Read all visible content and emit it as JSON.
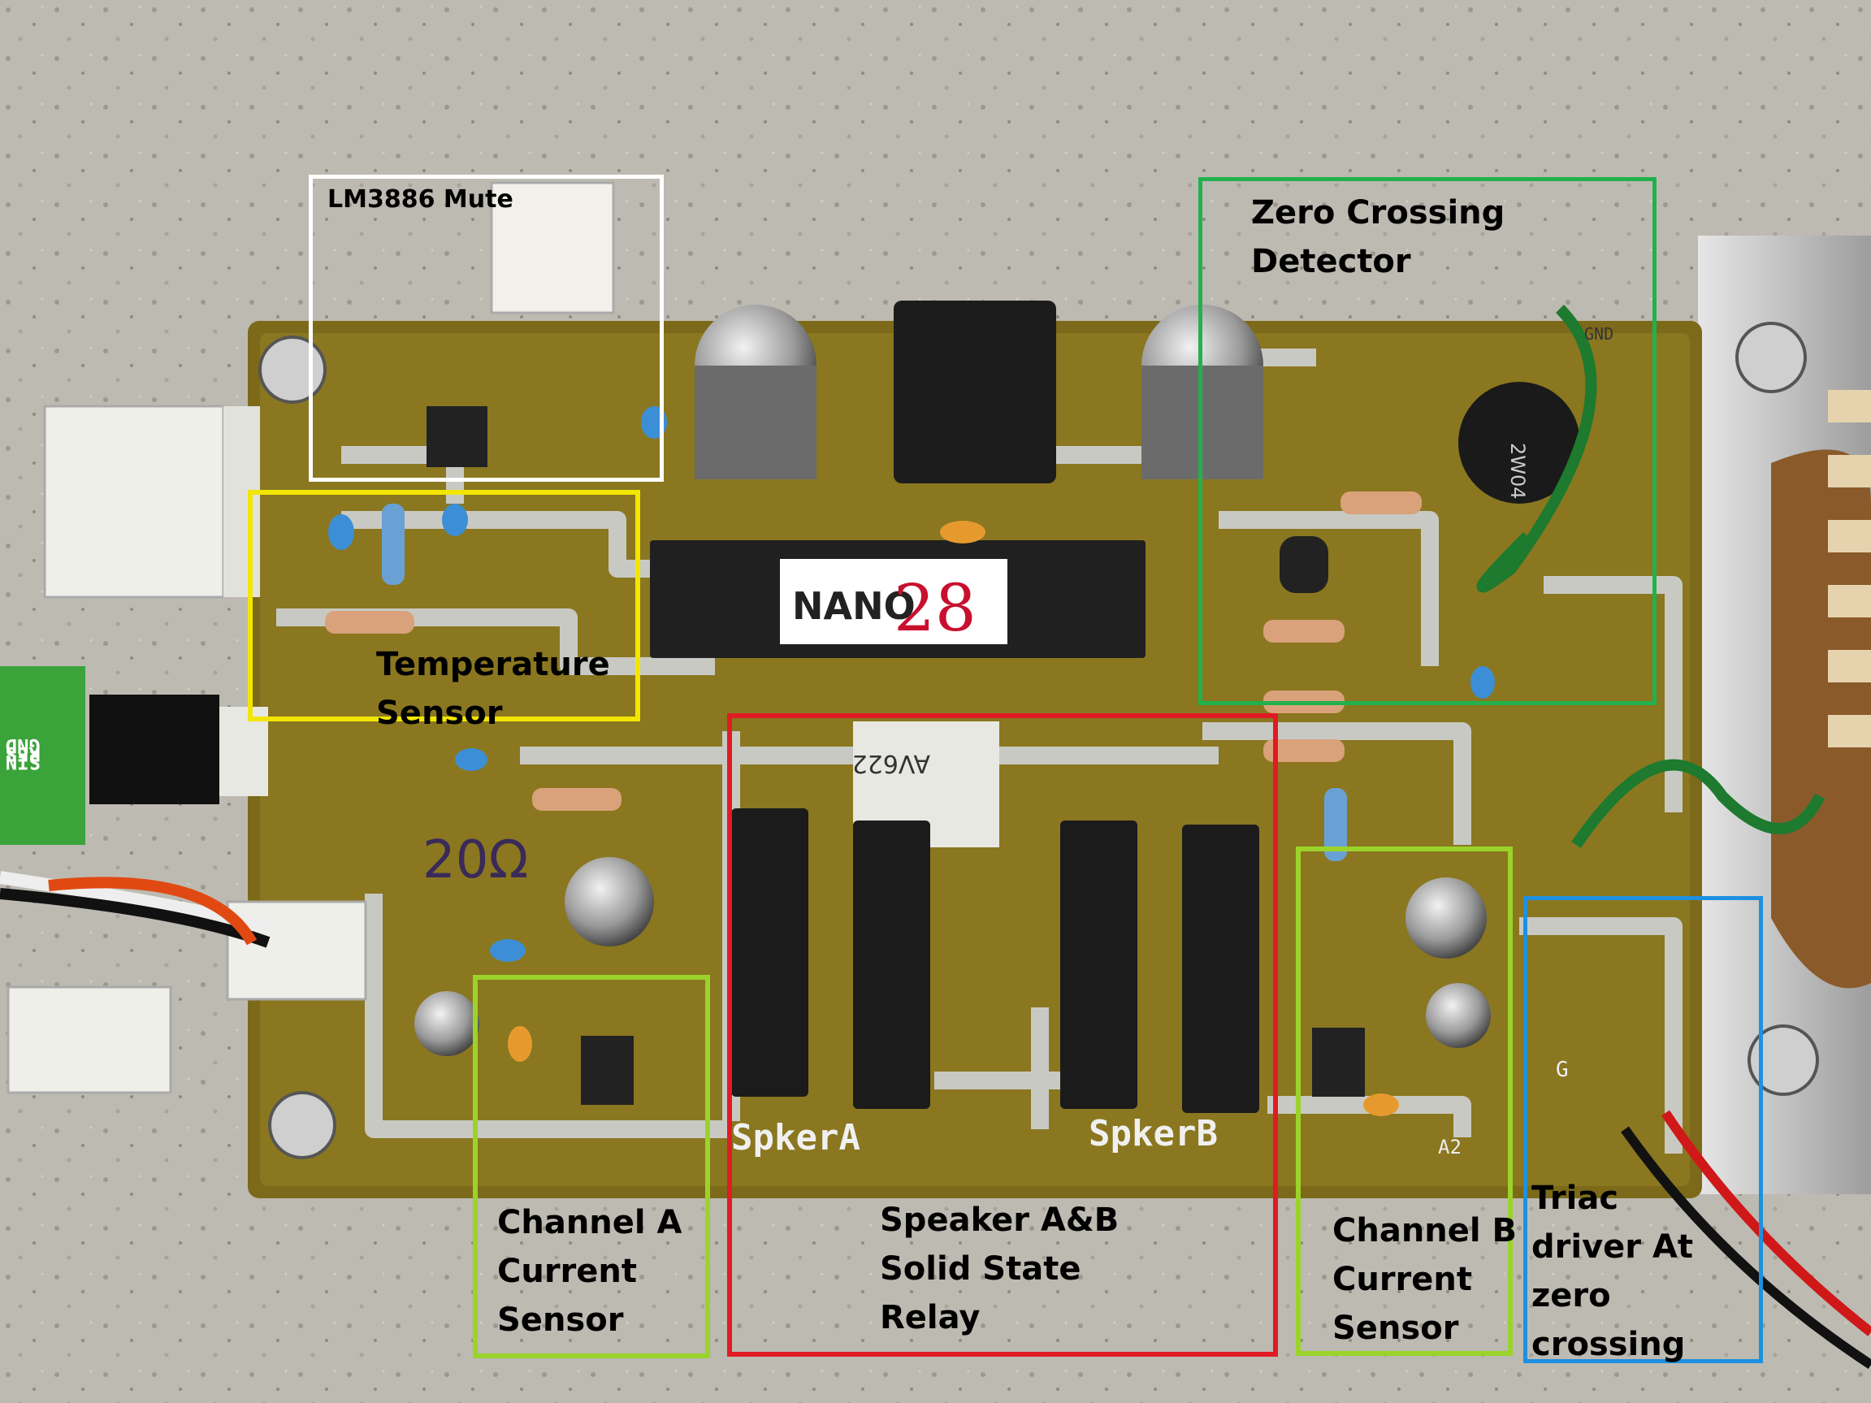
{
  "photo": {
    "subject": "pcb-board-photo",
    "board_markings": {
      "chip_brand": "NANO",
      "chip_number": "28",
      "handwritten": "20Ω",
      "silk_a": "SpkerA",
      "silk_b": "SpkerB",
      "silk_gnd": "GND",
      "silk_a2": "A2",
      "silk_g": "G",
      "bridge_marking": "2W04",
      "optocoupler_marking": "AV622",
      "module_pins": [
        "GND",
        "RES",
        "SIN"
      ]
    }
  },
  "annotations": [
    {
      "id": "mute",
      "label": [
        "LM3886 Mute"
      ],
      "color": "#ffffff"
    },
    {
      "id": "temp",
      "label": [
        "Temperature",
        "Sensor"
      ],
      "color": "#f2e600"
    },
    {
      "id": "zero",
      "label": [
        "Zero Crossing",
        "Detector"
      ],
      "color": "#22b14c"
    },
    {
      "id": "relay",
      "label": [
        "Speaker A&B",
        "Solid State",
        "Relay"
      ],
      "color": "#e01b24"
    },
    {
      "id": "chA",
      "label": [
        "Channel A",
        "Current",
        "Sensor"
      ],
      "color": "#9bd32a"
    },
    {
      "id": "chB",
      "label": [
        "Channel B",
        "Current",
        "Sensor"
      ],
      "color": "#9bd32a"
    },
    {
      "id": "triac",
      "label": [
        "Triac",
        "driver At",
        "zero",
        "crossing"
      ],
      "color": "#1e90e0"
    }
  ]
}
